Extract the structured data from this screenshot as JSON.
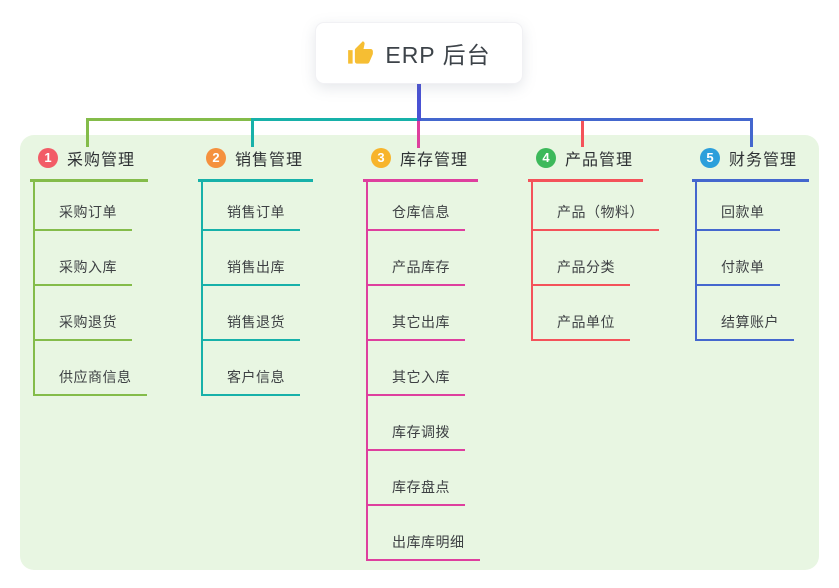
{
  "root": {
    "icon": "thumbs-up-icon",
    "title": "ERP 后台"
  },
  "branches": [
    {
      "number": "1",
      "label": "采购管理",
      "badge_color": "#F25C67",
      "line_color": "#84BC4A",
      "children": [
        "采购订单",
        "采购入库",
        "采购退货",
        "供应商信息"
      ]
    },
    {
      "number": "2",
      "label": "销售管理",
      "badge_color": "#F5913E",
      "line_color": "#17B1A9",
      "children": [
        "销售订单",
        "销售出库",
        "销售退货",
        "客户信息"
      ]
    },
    {
      "number": "3",
      "label": "库存管理",
      "badge_color": "#F7B42C",
      "line_color": "#DE3F9E",
      "children": [
        "仓库信息",
        "产品库存",
        "其它出库",
        "其它入库",
        "库存调拨",
        "库存盘点",
        "出库库明细"
      ]
    },
    {
      "number": "4",
      "label": "产品管理",
      "badge_color": "#3DB95B",
      "line_color": "#F4525A",
      "children": [
        "产品（物料）",
        "产品分类",
        "产品单位"
      ]
    },
    {
      "number": "5",
      "label": "财务管理",
      "badge_color": "#2C9FDB",
      "line_color": "#4467CE",
      "children": [
        "回款单",
        "付款单",
        "结算账户"
      ]
    }
  ],
  "colors": {
    "canvas_bg": "#FFFFFF",
    "panel_bg": "#E8F6E2",
    "root_connector": "#4A52D4",
    "root_text": "#3D4349",
    "thumb_icon": "#F6BE33"
  }
}
